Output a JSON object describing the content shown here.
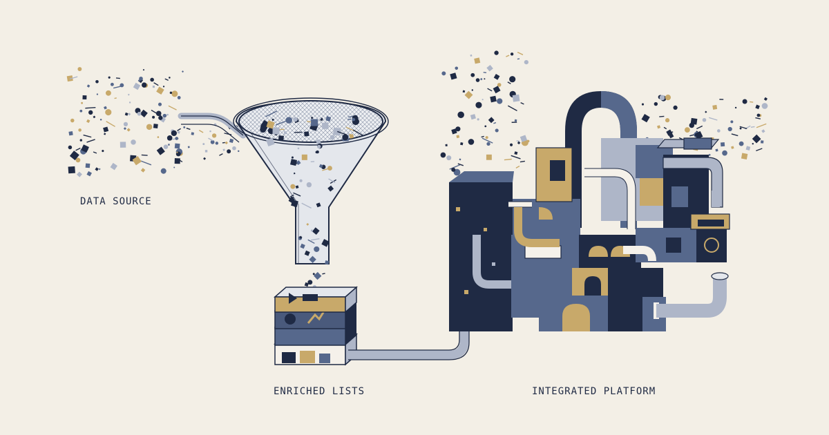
{
  "labels": {
    "data_source": "DATA SOURCE",
    "enriched_lists": "ENRICHED LISTS",
    "integrated_platform": "INTEGRATED PLATFORM"
  },
  "palette": {
    "background": "#f3efe6",
    "navy": "#1f2a44",
    "slate": "#56688c",
    "light_slate": "#aeb6c8",
    "gold": "#c8a96a",
    "paper": "#f5f1ea"
  },
  "icons": [
    "funnel-icon",
    "mesh-sieve-icon",
    "stacked-trays-icon",
    "pipe-icon",
    "machine-icon"
  ]
}
